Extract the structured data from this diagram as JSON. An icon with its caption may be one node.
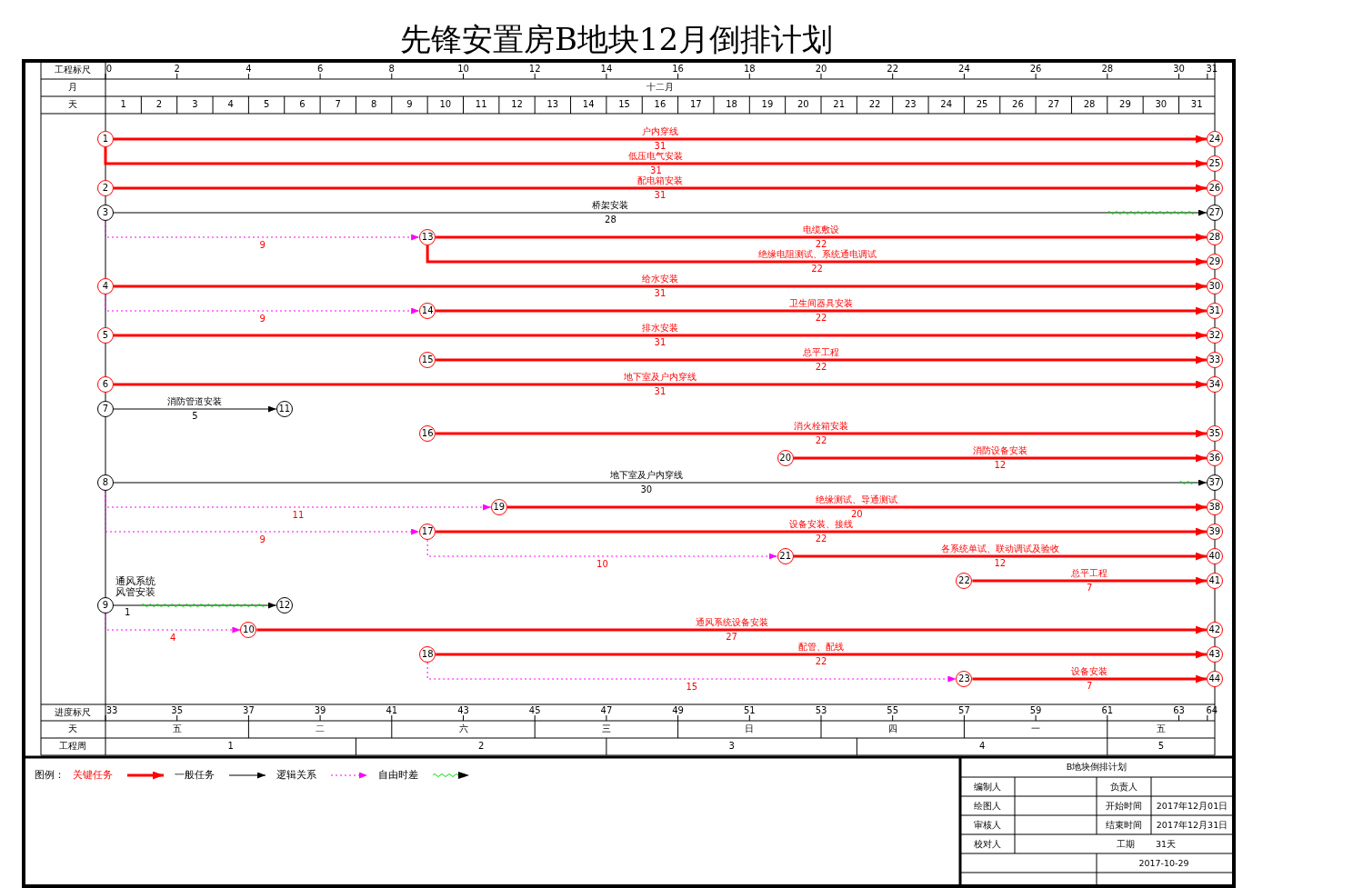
{
  "diagram": {
    "title": "先锋安置房B地块12月倒排计划",
    "nodes": [
      {
        "text": [
          "1"
        ]
      },
      {
        "text": [
          "2"
        ]
      },
      {
        "text": [
          "3"
        ]
      },
      {
        "text": [
          "4"
        ]
      },
      {
        "text": [
          "5"
        ]
      },
      {
        "text": [
          "6"
        ]
      },
      {
        "text": [
          "7"
        ]
      },
      {
        "text": [
          "8"
        ]
      },
      {
        "text": [
          "9"
        ]
      },
      {
        "text": [
          "10"
        ]
      },
      {
        "text": [
          "11"
        ]
      },
      {
        "text": [
          "12"
        ]
      },
      {
        "text": [
          "13"
        ]
      },
      {
        "text": [
          "14"
        ]
      },
      {
        "text": [
          "15"
        ]
      },
      {
        "text": [
          "16"
        ]
      },
      {
        "text": [
          "17"
        ]
      },
      {
        "text": [
          "18"
        ]
      },
      {
        "text": [
          "19"
        ]
      },
      {
        "text": [
          "20"
        ]
      },
      {
        "text": [
          "21"
        ]
      },
      {
        "text": [
          "22"
        ]
      },
      {
        "text": [
          "23"
        ]
      },
      {
        "text": [
          "24"
        ]
      },
      {
        "text": [
          "25"
        ]
      },
      {
        "text": [
          "26"
        ]
      },
      {
        "text": [
          "27"
        ]
      },
      {
        "text": [
          "28"
        ]
      },
      {
        "text": [
          "29"
        ]
      },
      {
        "text": [
          "30"
        ]
      },
      {
        "text": [
          "31"
        ]
      },
      {
        "text": [
          "32"
        ]
      },
      {
        "text": [
          "33"
        ]
      },
      {
        "text": [
          "34"
        ]
      },
      {
        "text": [
          "35"
        ]
      },
      {
        "text": [
          "36"
        ]
      },
      {
        "text": [
          "37"
        ]
      },
      {
        "text": [
          "38"
        ]
      },
      {
        "text": [
          "39"
        ]
      },
      {
        "text": [
          "40"
        ]
      },
      {
        "text": [
          "41"
        ]
      },
      {
        "text": [
          "42"
        ]
      },
      {
        "text": [
          "43"
        ]
      },
      {
        "text": [
          "44"
        ]
      }
    ],
    "edges": [
      {
        "from": 0,
        "to": 23,
        "arrow": "to",
        "label": "户内穿线"
      },
      {
        "from": 0,
        "to": 24,
        "arrow": "to",
        "label": "低压电气安装"
      },
      {
        "from": 1,
        "to": 25,
        "arrow": "to",
        "label": "配电箱安装"
      },
      {
        "from": 2,
        "to": 26,
        "arrow": "to",
        "label": "桥架安装",
        "color": "#000000"
      },
      {
        "from": 2,
        "to": 12,
        "arrow": "to",
        "label": "9",
        "style": "dashed",
        "color": "#ff00ff"
      },
      {
        "from": 12,
        "to": 27,
        "arrow": "to",
        "label": "电缆敷设"
      },
      {
        "from": 12,
        "to": 28,
        "arrow": "to",
        "label": "绝缘电阻测试、系统通电调试"
      },
      {
        "from": 3,
        "to": 29,
        "arrow": "to",
        "label": "给水安装"
      },
      {
        "from": 3,
        "to": 13,
        "arrow": "to",
        "label": "9",
        "style": "dashed",
        "color": "#ff00ff"
      },
      {
        "from": 13,
        "to": 30,
        "arrow": "to",
        "label": "卫生间器具安装"
      },
      {
        "from": 4,
        "to": 31,
        "arrow": "to",
        "label": "排水安装"
      },
      {
        "from": 14,
        "to": 32,
        "arrow": "to",
        "label": "总平工程"
      },
      {
        "from": 5,
        "to": 33,
        "arrow": "to",
        "label": "地下室及户内穿线"
      },
      {
        "from": 6,
        "to": 10,
        "arrow": "to",
        "label": "消防管道安装",
        "color": "#000000"
      },
      {
        "from": 15,
        "to": 34,
        "arrow": "to",
        "label": "消火栓箱安装"
      },
      {
        "from": 19,
        "to": 35,
        "arrow": "to",
        "label": "消防设备安装"
      },
      {
        "from": 7,
        "to": 36,
        "arrow": "to",
        "label": "地下室及户内穿线",
        "color": "#000000"
      },
      {
        "from": 7,
        "to": 18,
        "arrow": "to",
        "label": "11",
        "style": "dashed",
        "color": "#ff00ff"
      },
      {
        "from": 18,
        "to": 37,
        "arrow": "to",
        "label": "绝缘测试、导通测试"
      },
      {
        "from": 7,
        "to": 16,
        "arrow": "to",
        "label": "9",
        "style": "dashed",
        "color": "#ff00ff"
      },
      {
        "from": 16,
        "to": 38,
        "arrow": "to",
        "label": "设备安装、接线"
      },
      {
        "from": 16,
        "to": 20,
        "arrow": "to",
        "label": "10",
        "style": "dashed",
        "color": "#ff00ff"
      },
      {
        "from": 20,
        "to": 39,
        "arrow": "to",
        "label": "各系统单试、联动调试及验收"
      },
      {
        "from": 21,
        "to": 40,
        "arrow": "to",
        "label": "总平工程"
      },
      {
        "from": 8,
        "to": 11,
        "arrow": "to",
        "label": "通风系统风管安装",
        "color": "#000000"
      },
      {
        "from": 8,
        "to": 9,
        "arrow": "to",
        "label": "4",
        "style": "dashed",
        "color": "#ff00ff"
      },
      {
        "from": 9,
        "to": 41,
        "arrow": "to",
        "label": "通风系统设备安装"
      },
      {
        "from": 17,
        "to": 42,
        "arrow": "to",
        "label": "配管、配线"
      },
      {
        "from": 17,
        "to": 22,
        "arrow": "to",
        "label": "15",
        "style": "dashed",
        "color": "#ff00ff"
      },
      {
        "from": 22,
        "to": 43,
        "arrow": "to",
        "label": "设备安装"
      }
    ],
    "labels": [
      "工程标尺",
      "0",
      "2",
      "4",
      "6",
      "8",
      "10",
      "12",
      "14",
      "16",
      "18",
      "20",
      "22",
      "24",
      "26",
      "28",
      "30",
      "31",
      "月",
      "十二月",
      "天",
      "1",
      "2",
      "3",
      "4",
      "5",
      "6",
      "7",
      "8",
      "9",
      "10",
      "11",
      "12",
      "13",
      "14",
      "15",
      "16",
      "17",
      "18",
      "19",
      "20",
      "21",
      "22",
      "23",
      "24",
      "25",
      "26",
      "27",
      "28",
      "29",
      "30",
      "31",
      "31",
      "31",
      "31",
      "28",
      "22",
      "22",
      "31",
      "22",
      "31",
      "22",
      "31",
      "5",
      "22",
      "12",
      "30",
      "20",
      "22",
      "12",
      "7",
      "1",
      "27",
      "22",
      "7",
      "进度标尺",
      "33",
      "35",
      "37",
      "39",
      "41",
      "43",
      "45",
      "47",
      "49",
      "51",
      "53",
      "55",
      "57",
      "59",
      "61",
      "63",
      "64",
      "天",
      "五",
      "二",
      "六",
      "三",
      "日",
      "四",
      "一",
      "五",
      "工程周",
      "1",
      "2",
      "3",
      "4",
      "5",
      "图例：",
      "B地块倒排计划",
      "编制人",
      "负责人",
      "绘图人",
      "开始时间",
      "2017年12月01日",
      "审核人",
      "结束时间",
      "2017年12月31日",
      "校对人",
      "工期",
      "31天",
      "2017-10-29"
    ],
    "legend": [
      {
        "text": "关键任务"
      },
      {
        "text": "一般任务"
      },
      {
        "text": "逻辑关系"
      },
      {
        "text": "自由时差"
      }
    ]
  }
}
